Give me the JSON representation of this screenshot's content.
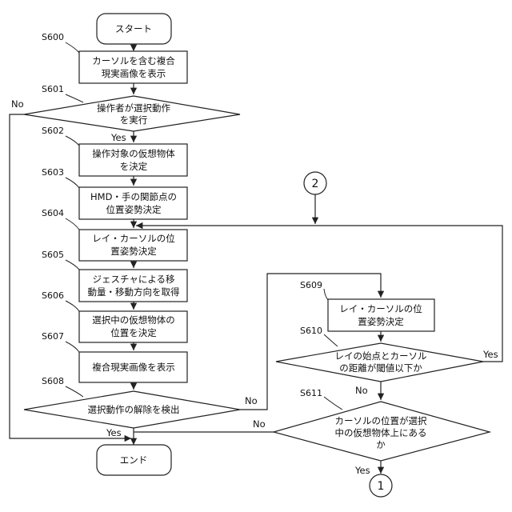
{
  "terminals": {
    "start": "スタート",
    "end": "エンド"
  },
  "steps": {
    "s600": {
      "id": "S600",
      "lines": [
        "カーソルを含む複合",
        "現実画像を表示"
      ]
    },
    "s601": {
      "id": "S601",
      "lines": [
        "操作者が選択動作",
        "を実行"
      ]
    },
    "s602": {
      "id": "S602",
      "lines": [
        "操作対象の仮想物体",
        "を決定"
      ]
    },
    "s603": {
      "id": "S603",
      "lines": [
        "HMD・手の関節点の",
        "位置姿勢決定"
      ]
    },
    "s604": {
      "id": "S604",
      "lines": [
        "レイ・カーソルの位",
        "置姿勢決定"
      ]
    },
    "s605": {
      "id": "S605",
      "lines": [
        "ジェスチャによる移",
        "動量・移動方向を取得"
      ]
    },
    "s606": {
      "id": "S606",
      "lines": [
        "選択中の仮想物体の",
        "位置を決定"
      ]
    },
    "s607": {
      "id": "S607",
      "lines": [
        "複合現実画像を表示"
      ]
    },
    "s608": {
      "id": "S608",
      "lines": [
        "選択動作の解除を検出"
      ]
    },
    "s609": {
      "id": "S609",
      "lines": [
        "レイ・カーソルの位",
        "置姿勢決定"
      ]
    },
    "s610": {
      "id": "S610",
      "lines": [
        "レイの始点とカーソル",
        "の距離が閾値以下か"
      ]
    },
    "s611": {
      "id": "S611",
      "lines": [
        "カーソルの位置が選択",
        "中の仮想物体上にある",
        "か"
      ]
    }
  },
  "branches": {
    "s601_no": "No",
    "s601_yes": "Yes",
    "s608_no": "No",
    "s608_yes": "Yes",
    "s610_yes": "Yes",
    "s610_no": "No",
    "s611_no": "No",
    "s611_yes": "Yes"
  },
  "connectors": {
    "c1": "1",
    "c2": "2"
  }
}
